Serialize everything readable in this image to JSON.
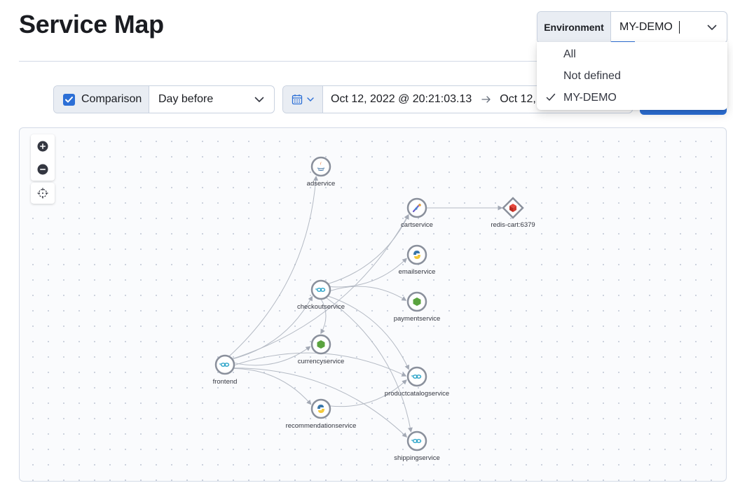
{
  "page": {
    "title": "Service Map"
  },
  "comparison": {
    "label": "Comparison",
    "checked": true,
    "selected": "Day before"
  },
  "date_range": {
    "start": "Oct 12, 2022 @ 20:21:03.13",
    "end": "Oct 12, 20"
  },
  "environment": {
    "label": "Environment",
    "value": "MY-DEMO",
    "options": [
      {
        "label": "All",
        "selected": false
      },
      {
        "label": "Not defined",
        "selected": false
      },
      {
        "label": "MY-DEMO",
        "selected": true
      }
    ]
  },
  "map_controls": {
    "zoom_in_icon": "plus-circle-icon",
    "zoom_out_icon": "minus-circle-icon",
    "center_icon": "crosshair-icon"
  },
  "service_map": {
    "nodes": [
      {
        "id": "adservice",
        "label": "adservice",
        "icon": "java-icon"
      },
      {
        "id": "cartservice",
        "label": "cartservice",
        "icon": "dotnet-icon"
      },
      {
        "id": "redis-cart",
        "label": "redis-cart:6379",
        "icon": "redis-icon"
      },
      {
        "id": "emailservice",
        "label": "emailservice",
        "icon": "python-icon"
      },
      {
        "id": "checkoutservice",
        "label": "checkoutservice",
        "icon": "go-icon"
      },
      {
        "id": "paymentservice",
        "label": "paymentservice",
        "icon": "nodejs-icon"
      },
      {
        "id": "currencyservice",
        "label": "currencyservice",
        "icon": "nodejs-icon"
      },
      {
        "id": "frontend",
        "label": "frontend",
        "icon": "go-icon"
      },
      {
        "id": "productcatalogservice",
        "label": "productcatalogservice",
        "icon": "go-icon"
      },
      {
        "id": "recommendationservice",
        "label": "recommendationservice",
        "icon": "python-icon"
      },
      {
        "id": "shippingservice",
        "label": "shippingservice",
        "icon": "go-icon"
      }
    ],
    "edges": [
      [
        "frontend",
        "adservice"
      ],
      [
        "frontend",
        "cartservice"
      ],
      [
        "frontend",
        "checkoutservice"
      ],
      [
        "frontend",
        "currencyservice"
      ],
      [
        "frontend",
        "productcatalogservice"
      ],
      [
        "frontend",
        "recommendationservice"
      ],
      [
        "frontend",
        "shippingservice"
      ],
      [
        "checkoutservice",
        "cartservice"
      ],
      [
        "checkoutservice",
        "emailservice"
      ],
      [
        "checkoutservice",
        "paymentservice"
      ],
      [
        "checkoutservice",
        "productcatalogservice"
      ],
      [
        "checkoutservice",
        "shippingservice"
      ],
      [
        "checkoutservice",
        "currencyservice"
      ],
      [
        "recommendationservice",
        "productcatalogservice"
      ],
      [
        "cartservice",
        "redis-cart"
      ]
    ]
  }
}
